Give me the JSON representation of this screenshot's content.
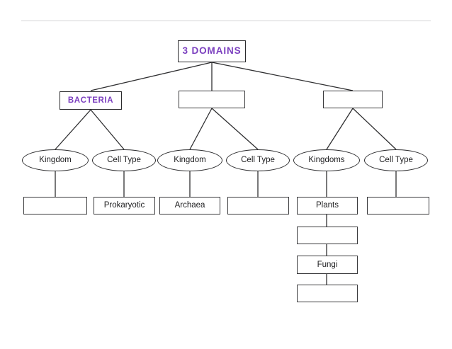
{
  "diagram": {
    "title": "3 DOMAINS",
    "accent_color": "#7b3fbf",
    "line_color": "#2f2f31",
    "background_color": "#ffffff",
    "rule_color": "#d3d3d5",
    "blank_label": "",
    "root": {
      "label": "3 DOMAINS"
    },
    "domains": [
      {
        "label": "BACTERIA",
        "filled": true
      },
      {
        "label": "",
        "filled": false
      },
      {
        "label": "",
        "filled": false
      }
    ],
    "categories": [
      {
        "label": "Kingdom"
      },
      {
        "label": "Cell Type"
      },
      {
        "label": "Kingdom"
      },
      {
        "label": "Cell Type"
      },
      {
        "label": "Kingdoms"
      },
      {
        "label": "Cell Type"
      }
    ],
    "answers": [
      {
        "label": "",
        "filled": false
      },
      {
        "label": "Prokaryotic",
        "filled": true
      },
      {
        "label": "Archaea",
        "filled": true
      },
      {
        "label": "",
        "filled": false
      },
      {
        "label": "Plants",
        "filled": true
      },
      {
        "label": "",
        "filled": false
      }
    ],
    "eukarya_kingdoms": [
      {
        "label": "",
        "filled": false
      },
      {
        "label": "Fungi",
        "filled": true
      },
      {
        "label": "",
        "filled": false
      }
    ]
  }
}
